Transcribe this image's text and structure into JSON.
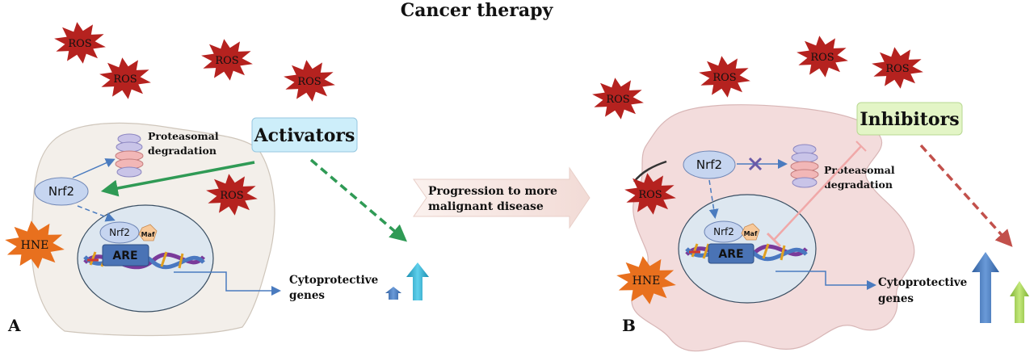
{
  "title": "Cancer therapy",
  "labels": {
    "ros": "ROS",
    "hne": "HNE",
    "nrf2": "Nrf2",
    "maf": "Maf",
    "are": "ARE",
    "proteasomal_line1": "Proteasomal",
    "proteasomal_line2": "degradation",
    "cyto_line1": "Cytoprotective",
    "cyto_line2": "genes",
    "activators": "Activators",
    "inhibitors": "Inhibitors",
    "progression_line1": "Progression to more",
    "progression_line2": "malignant disease",
    "panel_a": "A",
    "panel_b": "B"
  },
  "colors": {
    "ros": "#b5221f",
    "hne": "#e8701e",
    "nrf2": "#c6d5f0",
    "are": "#4a73b5",
    "maf": "#f7c99a",
    "activators_box": "#cdeefa",
    "inhibitors_box": "#e3f5c6",
    "green_arrow": "#2f9a55",
    "red_dashed": "#c2504b",
    "blue_arrow": "#4a7bbf",
    "cyan_arrow": "#2aa8c8",
    "lime_arrow": "#9ccc4a",
    "cell_a": "#f3efea",
    "cell_b": "#f3dcdc",
    "nucleus": "#dde7f0"
  }
}
